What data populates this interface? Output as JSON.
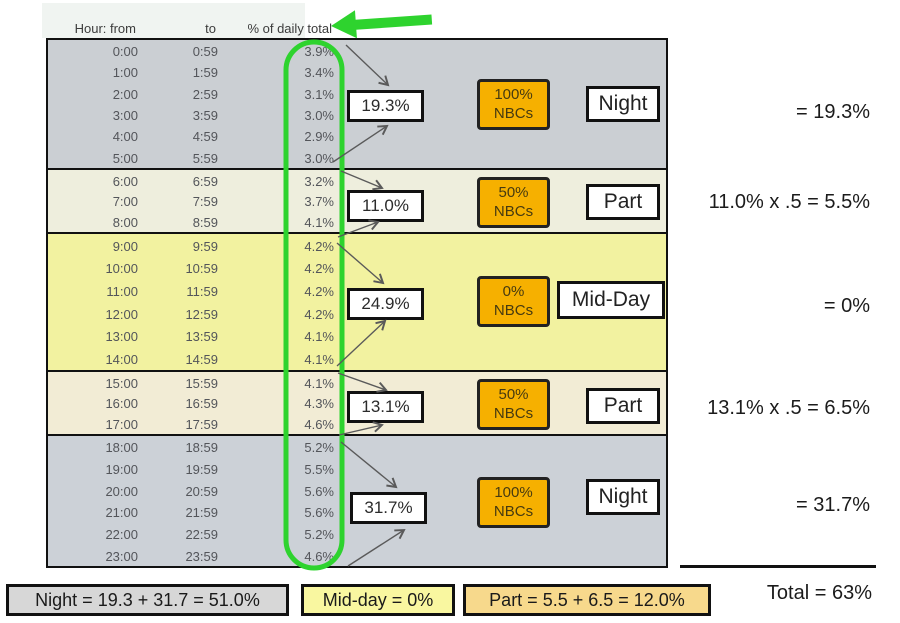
{
  "header": {
    "hour_from": "Hour: from",
    "to": "to",
    "pct_of_daily": "% of daily total"
  },
  "table": {
    "bands": [
      {
        "label": "Night",
        "summary_pct": "19.3%",
        "nbc_pct": "100%",
        "nbc_suffix": "NBCs",
        "equation": "= 19.3%",
        "rows": [
          {
            "from": "0:00",
            "to": "0:59",
            "pct": "3.9%"
          },
          {
            "from": "1:00",
            "to": "1:59",
            "pct": "3.4%"
          },
          {
            "from": "2:00",
            "to": "2:59",
            "pct": "3.1%"
          },
          {
            "from": "3:00",
            "to": "3:59",
            "pct": "3.0%"
          },
          {
            "from": "4:00",
            "to": "4:59",
            "pct": "2.9%"
          },
          {
            "from": "5:00",
            "to": "5:59",
            "pct": "3.0%"
          }
        ]
      },
      {
        "label": "Part",
        "summary_pct": "11.0%",
        "nbc_pct": "50%",
        "nbc_suffix": "NBCs",
        "equation": "11.0% x .5 = 5.5%",
        "rows": [
          {
            "from": "6:00",
            "to": "6:59",
            "pct": "3.2%"
          },
          {
            "from": "7:00",
            "to": "7:59",
            "pct": "3.7%"
          },
          {
            "from": "8:00",
            "to": "8:59",
            "pct": "4.1%"
          }
        ]
      },
      {
        "label": "Mid-Day",
        "summary_pct": "24.9%",
        "nbc_pct": "0%",
        "nbc_suffix": "NBCs",
        "equation": "= 0%",
        "rows": [
          {
            "from": "9:00",
            "to": "9:59",
            "pct": "4.2%"
          },
          {
            "from": "10:00",
            "to": "10:59",
            "pct": "4.2%"
          },
          {
            "from": "11:00",
            "to": "11:59",
            "pct": "4.2%"
          },
          {
            "from": "12:00",
            "to": "12:59",
            "pct": "4.2%"
          },
          {
            "from": "13:00",
            "to": "13:59",
            "pct": "4.1%"
          },
          {
            "from": "14:00",
            "to": "14:59",
            "pct": "4.1%"
          }
        ]
      },
      {
        "label": "Part",
        "summary_pct": "13.1%",
        "nbc_pct": "50%",
        "nbc_suffix": "NBCs",
        "equation": "13.1% x .5 = 6.5%",
        "rows": [
          {
            "from": "15:00",
            "to": "15:59",
            "pct": "4.1%"
          },
          {
            "from": "16:00",
            "to": "16:59",
            "pct": "4.3%"
          },
          {
            "from": "17:00",
            "to": "17:59",
            "pct": "4.6%"
          }
        ]
      },
      {
        "label": "Night",
        "summary_pct": "31.7%",
        "nbc_pct": "100%",
        "nbc_suffix": "NBCs",
        "equation": "= 31.7%",
        "rows": [
          {
            "from": "18:00",
            "to": "18:59",
            "pct": "5.2%"
          },
          {
            "from": "19:00",
            "to": "19:59",
            "pct": "5.5%"
          },
          {
            "from": "20:00",
            "to": "20:59",
            "pct": "5.6%"
          },
          {
            "from": "21:00",
            "to": "21:59",
            "pct": "5.6%"
          },
          {
            "from": "22:00",
            "to": "22:59",
            "pct": "5.2%"
          },
          {
            "from": "23:00",
            "to": "23:59",
            "pct": "4.6%"
          }
        ]
      }
    ]
  },
  "summary": {
    "night": "Night = 19.3 + 31.7 = 51.0%",
    "midday": "Mid-day = 0%",
    "part": "Part = 5.5 + 6.5 = 12.0%",
    "total": "Total = 63%"
  },
  "colors": {
    "annotation_green": "#2ed32e",
    "nbc_orange": "#f6b000",
    "night_gray": "#cbcfd3",
    "part_cream": "#f2ecd5",
    "midday_yellow": "#f2f2a0",
    "legend_night": "#d7d7d7",
    "legend_midday": "#f9f7a0",
    "legend_part": "#f7d98c"
  }
}
